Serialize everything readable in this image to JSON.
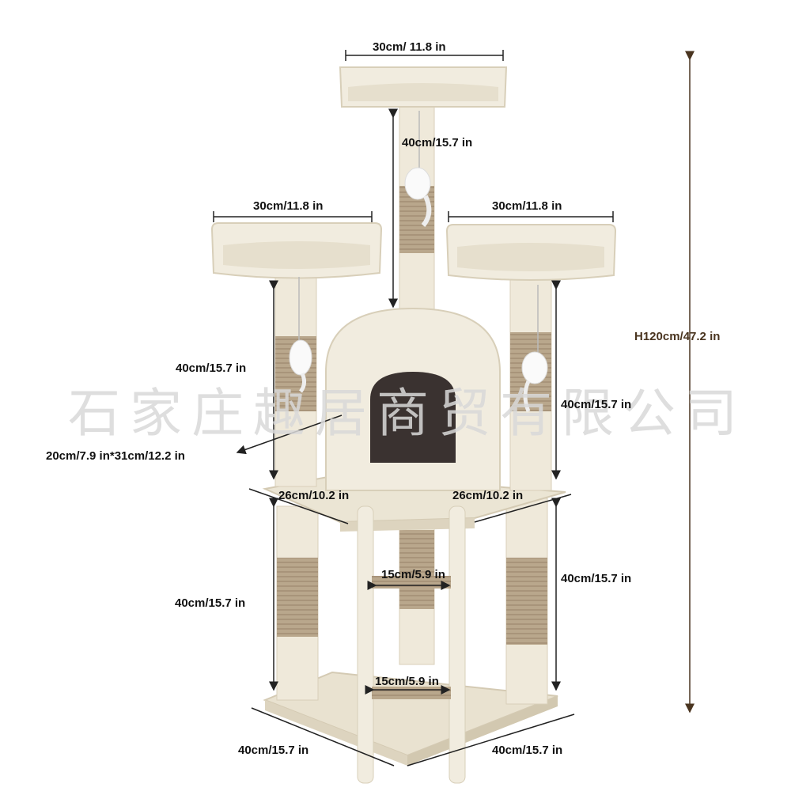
{
  "watermark": "石家庄趣居商贸有限公司",
  "dimensions": {
    "top_platform_width": "30cm/ 11.8 in",
    "top_post_height": "40cm/15.7 in",
    "left_platform_width": "30cm/11.8 in",
    "right_platform_width": "30cm/11.8 in",
    "left_upper_post_height": "40cm/15.7 in",
    "right_upper_post_height": "40cm/15.7 in",
    "condo_size": "20cm/7.9  in*31cm/12.2 in",
    "middle_board_left": "26cm/10.2 in",
    "middle_board_right": "26cm/10.2 in",
    "lower_left_post_height": "40cm/15.7 in",
    "lower_right_post_height": "40cm/15.7 in",
    "ladder_upper_rung": "15cm/5.9 in",
    "ladder_lower_rung": "15cm/5.9 in",
    "base_left_side": "40cm/15.7 in",
    "base_right_side": "40cm/15.7 in",
    "total_height": "H120cm/47.2 in"
  },
  "colors": {
    "plush": "#efe9da",
    "plush_shadow": "#ddd4bf",
    "sisal": "#b9a78c",
    "sisal_dark": "#a08d72",
    "condo_hole": "#3a3230",
    "arrow": "#222222",
    "total_arrow": "#4a3520"
  }
}
